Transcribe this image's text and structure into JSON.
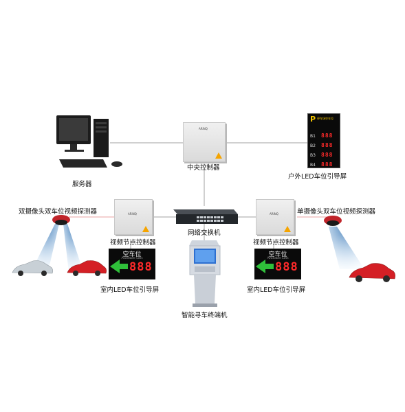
{
  "labels": {
    "server": "服务器",
    "central_controller": "中央控制器",
    "outdoor_led": "户外LED车位引导屏",
    "dual_camera": "双摄像头双车位视频探测器",
    "single_camera": "单摄像头双车位视频探测器",
    "video_node_left": "视频节点控制器",
    "video_node_right": "视频节点控制器",
    "network_switch": "网络交换机",
    "indoor_led_left": "室内LED车位引导屏",
    "indoor_led_right": "室内LED车位引导屏",
    "kiosk": "智能寻车终端机"
  },
  "outdoor_sign": {
    "header": "P",
    "header_text": "停车场空车位",
    "rows": [
      {
        "level": "B1",
        "value": "888"
      },
      {
        "level": "B2",
        "value": "888"
      },
      {
        "level": "B3",
        "value": "888"
      },
      {
        "level": "B4",
        "value": "888"
      }
    ]
  },
  "indoor_sign": {
    "title": "空车位",
    "subtitle": "Available Lots",
    "value": "888"
  },
  "device_brand": "ARINQ",
  "colors": {
    "connection_gray": "#9a9a9a",
    "detector_link": "#e89a9a",
    "led_red": "#ff2a2a",
    "arrow_green": "#2fbf3a",
    "car_silver": "#c8d0d6",
    "car_red": "#d41f25",
    "kiosk_blue": "#2d6fd0"
  }
}
